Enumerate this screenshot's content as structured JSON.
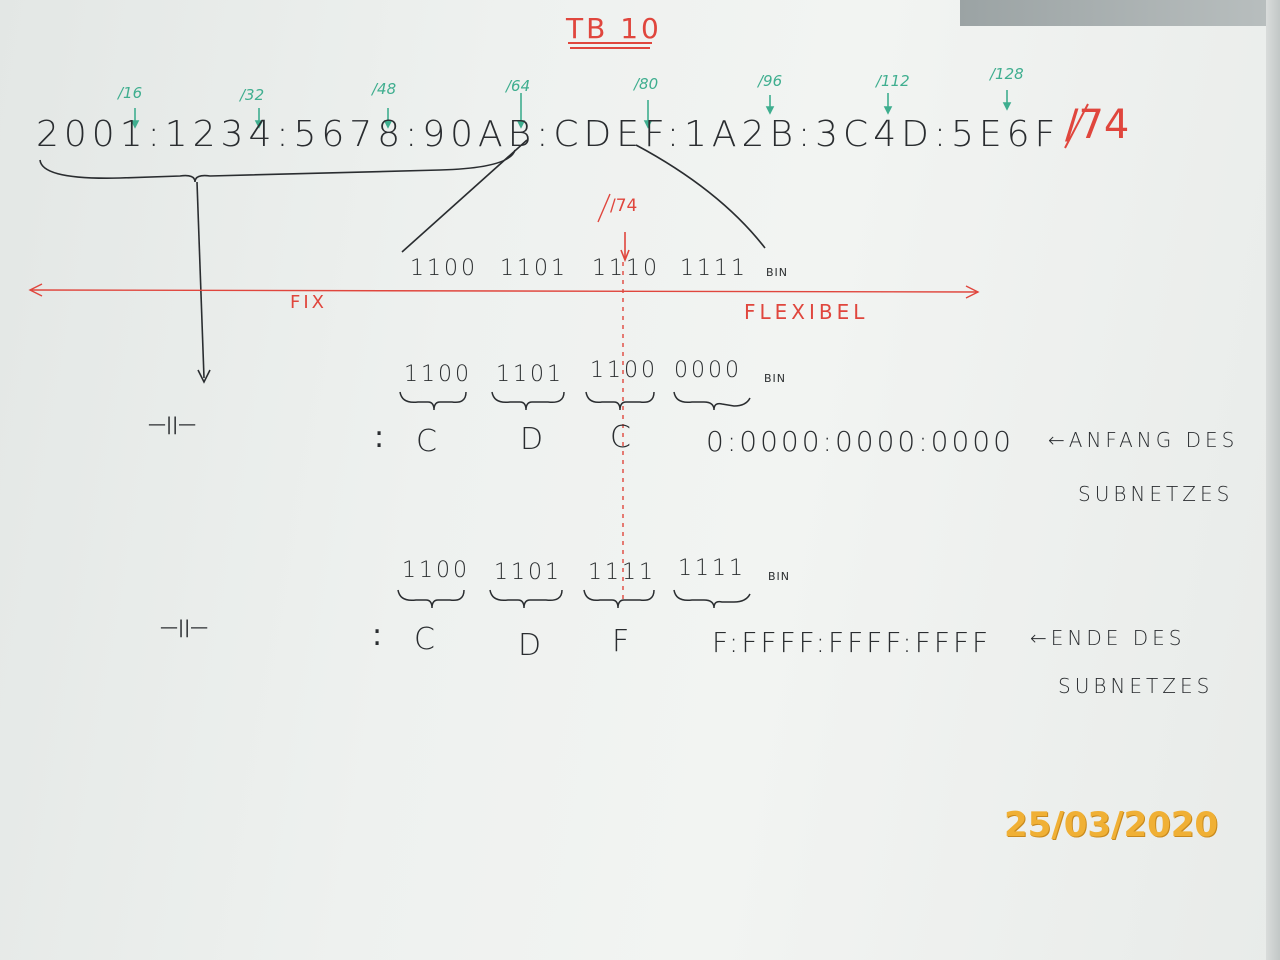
{
  "title": "TB 10",
  "address": "2001:1234:5678:90AB:CDEF:1A2B:3C4D:5E6F",
  "prefix_length": "/74",
  "bit_markers": [
    "/16",
    "/32",
    "/48",
    "/64",
    "/80",
    "/96",
    "/112",
    "/128"
  ],
  "split_marker": "/74",
  "fix_label": "FIX",
  "flexibel_label": "FLEXIBEL",
  "bin_suffix": "BIN",
  "original_bits": [
    "1100",
    "1101",
    "1110",
    "1111"
  ],
  "start": {
    "ditto": "—||—",
    "bits": [
      "1100",
      "1101",
      "1100",
      "0000"
    ],
    "colon": ":",
    "hex": [
      "C",
      "D",
      "C"
    ],
    "tail": "0:0000:0000:0000",
    "note_line1": "←ANFANG DES",
    "note_line2": "SUBNETZES"
  },
  "end": {
    "ditto": "—||—",
    "bits": [
      "1100",
      "1101",
      "1111",
      "1111"
    ],
    "colon": ":",
    "hex": [
      "C",
      "D",
      "F"
    ],
    "tail": "F:FFFF:FFFF:FFFF",
    "note_line1": "←ENDE DES",
    "note_line2": "SUBNETZES"
  },
  "date_stamp": "25/03/2020",
  "colors": {
    "board": "#eef1ef",
    "ink_black": "#2a2d30",
    "ink_red": "#e0463d",
    "ink_green": "#3fae8f",
    "stamp": "#f0b035"
  }
}
